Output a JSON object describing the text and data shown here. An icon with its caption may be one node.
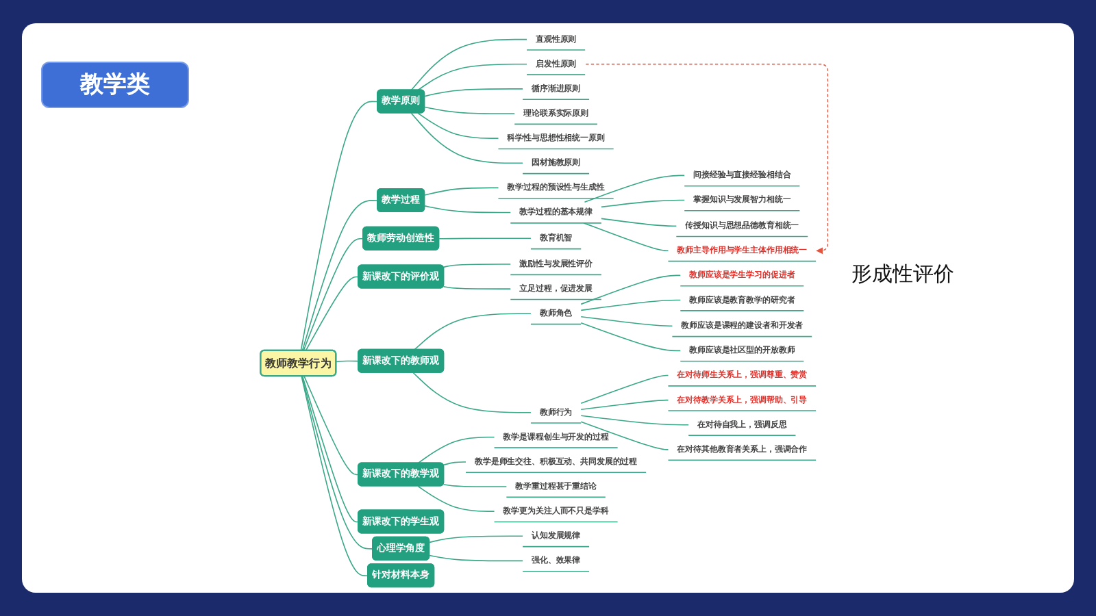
{
  "diagram": {
    "title": "教学类",
    "nodes": [
      {
        "text": [
          "教师教学行为"
        ]
      },
      {
        "text": [
          "教学原则"
        ]
      },
      {
        "text": [
          "直观性原则"
        ]
      },
      {
        "text": [
          "启发性原则"
        ]
      },
      {
        "text": [
          "循序渐进原则"
        ]
      },
      {
        "text": [
          "理论联系实际原则"
        ]
      },
      {
        "text": [
          "科学性与思想性相统一原则"
        ]
      },
      {
        "text": [
          "因材施教原则"
        ]
      },
      {
        "text": [
          "教学过程"
        ]
      },
      {
        "text": [
          "教学过程的预设性与生成性"
        ]
      },
      {
        "text": [
          "教学过程的基本规律"
        ]
      },
      {
        "text": [
          "间接经验与直接经验相结合"
        ]
      },
      {
        "text": [
          "掌握知识与发展智力相统一"
        ]
      },
      {
        "text": [
          "传授知识与思想品德教育相统一"
        ]
      },
      {
        "text": [
          "教师主导作用与学生主体作用相统一"
        ]
      },
      {
        "text": [
          "教师劳动创造性"
        ]
      },
      {
        "text": [
          "教育机智"
        ]
      },
      {
        "text": [
          "新课改下的评价观"
        ]
      },
      {
        "text": [
          "激励性与发展性评价"
        ]
      },
      {
        "text": [
          "立足过程，促进发展"
        ]
      },
      {
        "text": [
          "新课改下的教师观"
        ]
      },
      {
        "text": [
          "教师角色"
        ]
      },
      {
        "text": [
          "教师应该是学生学习的促进者"
        ]
      },
      {
        "text": [
          "教师应该是教育教学的研究者"
        ]
      },
      {
        "text": [
          "教师应该是课程的建设者和开发者"
        ]
      },
      {
        "text": [
          "教师应该是社区型的开放教师"
        ]
      },
      {
        "text": [
          "教师行为"
        ]
      },
      {
        "text": [
          "在对待师生关系上，强调尊重、赞赏"
        ]
      },
      {
        "text": [
          "在对待教学关系上，强调帮助、引导"
        ]
      },
      {
        "text": [
          "在对待自我上，强调反思"
        ]
      },
      {
        "text": [
          "在对待其他教育者关系上，强调合作"
        ]
      },
      {
        "text": [
          "新课改下的教学观"
        ]
      },
      {
        "text": [
          "教学是课程创生与开发的过程"
        ]
      },
      {
        "text": [
          "教学是师生交往、积极互动、共同发展的过程"
        ]
      },
      {
        "text": [
          "教学重过程甚于重结论"
        ]
      },
      {
        "text": [
          "教学更为关注人而不只是学科"
        ]
      },
      {
        "text": [
          "新课改下的学生观"
        ]
      },
      {
        "text": [
          "心理学角度"
        ]
      },
      {
        "text": [
          "认知发展规律"
        ]
      },
      {
        "text": [
          "强化、效果律"
        ]
      },
      {
        "text": [
          "针对材料本身"
        ]
      }
    ],
    "edges": [
      {
        "from": 0,
        "to": 1,
        "arrow": "none"
      },
      {
        "from": 1,
        "to": 2,
        "arrow": "none"
      },
      {
        "from": 1,
        "to": 3,
        "arrow": "none"
      },
      {
        "from": 1,
        "to": 4,
        "arrow": "none"
      },
      {
        "from": 1,
        "to": 5,
        "arrow": "none"
      },
      {
        "from": 1,
        "to": 6,
        "arrow": "none"
      },
      {
        "from": 1,
        "to": 7,
        "arrow": "none"
      },
      {
        "from": 0,
        "to": 8,
        "arrow": "none"
      },
      {
        "from": 8,
        "to": 9,
        "arrow": "none"
      },
      {
        "from": 8,
        "to": 10,
        "arrow": "none"
      },
      {
        "from": 10,
        "to": 11,
        "arrow": "none"
      },
      {
        "from": 10,
        "to": 12,
        "arrow": "none"
      },
      {
        "from": 10,
        "to": 13,
        "arrow": "none"
      },
      {
        "from": 10,
        "to": 14,
        "arrow": "none"
      },
      {
        "from": 0,
        "to": 15,
        "arrow": "none"
      },
      {
        "from": 15,
        "to": 16,
        "arrow": "none"
      },
      {
        "from": 0,
        "to": 17,
        "arrow": "none"
      },
      {
        "from": 17,
        "to": 18,
        "arrow": "none"
      },
      {
        "from": 17,
        "to": 19,
        "arrow": "none"
      },
      {
        "from": 0,
        "to": 20,
        "arrow": "none"
      },
      {
        "from": 20,
        "to": 21,
        "arrow": "none"
      },
      {
        "from": 21,
        "to": 22,
        "arrow": "none"
      },
      {
        "from": 21,
        "to": 23,
        "arrow": "none"
      },
      {
        "from": 21,
        "to": 24,
        "arrow": "none"
      },
      {
        "from": 21,
        "to": 25,
        "arrow": "none"
      },
      {
        "from": 20,
        "to": 26,
        "arrow": "none"
      },
      {
        "from": 26,
        "to": 27,
        "arrow": "none"
      },
      {
        "from": 26,
        "to": 28,
        "arrow": "none"
      },
      {
        "from": 26,
        "to": 29,
        "arrow": "none"
      },
      {
        "from": 26,
        "to": 30,
        "arrow": "none"
      },
      {
        "from": 0,
        "to": 31,
        "arrow": "none"
      },
      {
        "from": 31,
        "to": 32,
        "arrow": "none"
      },
      {
        "from": 31,
        "to": 33,
        "arrow": "none"
      },
      {
        "from": 31,
        "to": 34,
        "arrow": "none"
      },
      {
        "from": 31,
        "to": 35,
        "arrow": "none"
      },
      {
        "from": 0,
        "to": 36,
        "arrow": "none"
      },
      {
        "from": 0,
        "to": 37,
        "arrow": "none"
      },
      {
        "from": 37,
        "to": 38,
        "arrow": "none"
      },
      {
        "from": 37,
        "to": 39,
        "arrow": "none"
      },
      {
        "from": 0,
        "to": 40,
        "arrow": "none"
      },
      {
        "from": 3,
        "to": 14,
        "arrow": "to",
        "style": "dashed",
        "color": "#e4553f"
      }
    ],
    "labels": [
      "形成性评价"
    ]
  }
}
